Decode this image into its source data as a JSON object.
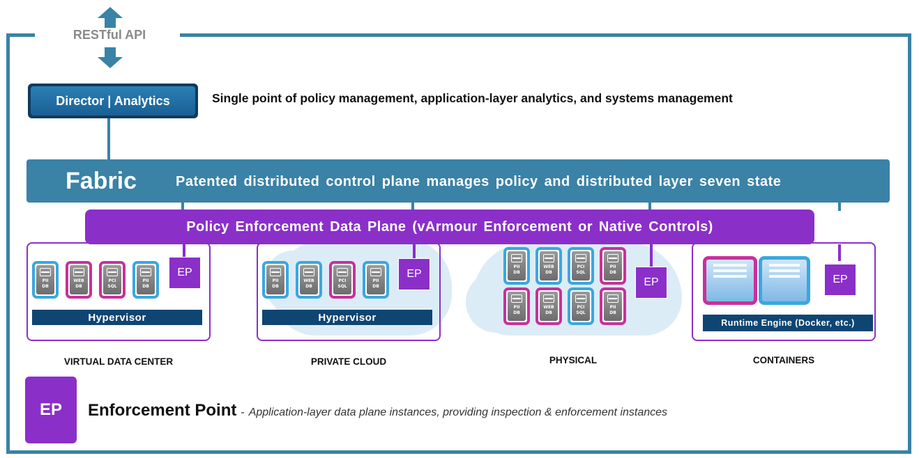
{
  "api": {
    "label": "RESTful API"
  },
  "director": {
    "label": "Director | Analytics",
    "description": "Single point of policy management, application-layer analytics, and systems management"
  },
  "fabric": {
    "title": "Fabric",
    "description": "Patented distributed control plane manages policy and distributed layer seven state"
  },
  "data_plane": {
    "label": "Policy Enforcement Data Plane (vArmour Enforcement or Native Controls)"
  },
  "ep_label": "EP",
  "environments": {
    "virtual": {
      "name": "VIRTUAL DATA CENTER",
      "base": "Hypervisor",
      "vms": [
        {
          "l1": "PII",
          "l2": "DB",
          "color": "blue"
        },
        {
          "l1": "WEB",
          "l2": "DB",
          "color": "pink"
        },
        {
          "l1": "PCI",
          "l2": "SQL",
          "color": "pink"
        },
        {
          "l1": "PII",
          "l2": "DB",
          "color": "blue"
        }
      ]
    },
    "private": {
      "name": "PRIVATE CLOUD",
      "base": "Hypervisor",
      "vms": [
        {
          "l1": "PII",
          "l2": "DB",
          "color": "blue"
        },
        {
          "l1": "WEB",
          "l2": "DB",
          "color": "blue"
        },
        {
          "l1": "PCI",
          "l2": "SQL",
          "color": "pink"
        },
        {
          "l1": "PII",
          "l2": "DB",
          "color": "blue"
        }
      ]
    },
    "physical": {
      "name": "PHYSICAL",
      "vms": [
        {
          "l1": "PII",
          "l2": "DB",
          "color": "blue"
        },
        {
          "l1": "WEB",
          "l2": "DB",
          "color": "blue"
        },
        {
          "l1": "PCI",
          "l2": "SQL",
          "color": "blue"
        },
        {
          "l1": "PII",
          "l2": "DB",
          "color": "pink"
        },
        {
          "l1": "PII",
          "l2": "DB",
          "color": "pink"
        },
        {
          "l1": "WEB",
          "l2": "DB",
          "color": "pink"
        },
        {
          "l1": "PCI",
          "l2": "SQL",
          "color": "blue"
        },
        {
          "l1": "PII",
          "l2": "DB",
          "color": "pink"
        }
      ]
    },
    "containers": {
      "name": "CONTAINERS",
      "base": "Runtime Engine (Docker, etc.)"
    }
  },
  "legend": {
    "badge": "EP",
    "title": "Enforcement Point",
    "separator": "-",
    "description": "Application-layer data plane instances, providing inspection & enforcement instances"
  },
  "colors": {
    "frame": "#3a82a6",
    "purple": "#8b2fc9",
    "navy": "#0f4573",
    "blue_vm": "#3aa7e0",
    "pink_vm": "#c9309a"
  }
}
